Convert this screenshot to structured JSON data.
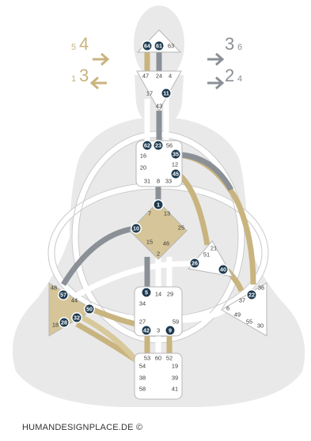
{
  "footer": "HUMANDESIGNPLACE.DE ©",
  "colors": {
    "gold": "#c9b47f",
    "gold_light": "#d8c89a",
    "gray": "#8a9096",
    "dark_circle": "#1d3a4f",
    "silhouette": "#e9e9e9",
    "center_fill": "#ffffff",
    "center_defined": "#d6c598",
    "stroke": "#b7b7b7"
  },
  "arrows": {
    "left_top": {
      "big": "4",
      "small": "5",
      "dir": "right"
    },
    "left_bottom": {
      "big": "3",
      "small": "1",
      "dir": "left"
    },
    "right_top": {
      "big": "3",
      "small": "6",
      "dir": "right"
    },
    "right_bottom": {
      "big": "2",
      "small": "4",
      "dir": "right"
    }
  },
  "gates": {
    "head": [
      "64",
      "61",
      "63"
    ],
    "ajna": [
      "47",
      "24",
      "4",
      "17",
      "11",
      "43"
    ],
    "throat": [
      "62",
      "23",
      "56",
      "16",
      "35",
      "12",
      "20",
      "45",
      "31",
      "8",
      "33"
    ],
    "g": [
      "1",
      "7",
      "13",
      "10",
      "25",
      "15",
      "46",
      "2"
    ],
    "heart": [
      "21",
      "51",
      "26",
      "40"
    ],
    "spleen": [
      "48",
      "57",
      "44",
      "50",
      "18",
      "28",
      "32"
    ],
    "sacral": [
      "5",
      "14",
      "29",
      "34",
      "27",
      "42",
      "3",
      "9",
      "59"
    ],
    "solar": [
      "6",
      "37",
      "36",
      "22",
      "49",
      "55",
      "30"
    ],
    "root": [
      "53",
      "60",
      "52",
      "54",
      "19",
      "38",
      "39",
      "58",
      "41"
    ]
  },
  "active_gates": [
    "64",
    "61",
    "11",
    "62",
    "23",
    "35",
    "45",
    "1",
    "10",
    "26",
    "40",
    "57",
    "50",
    "28",
    "32",
    "22",
    "5",
    "42",
    "9"
  ]
}
